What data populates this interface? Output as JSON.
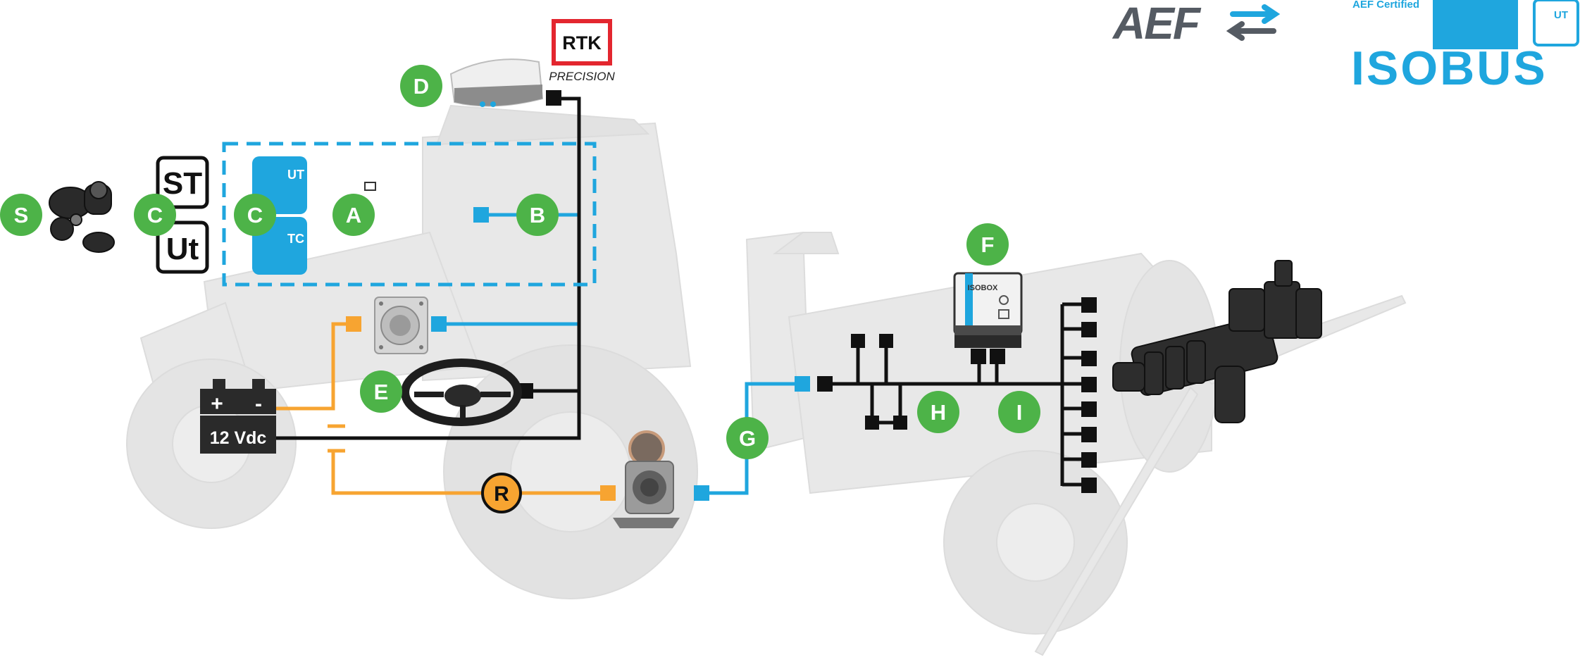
{
  "colors": {
    "green_marker": "#4db348",
    "orange_marker": "#f7a431",
    "isobus_blue": "#1fa6de",
    "power_orange": "#f7a431",
    "cable_black": "#111111",
    "rtk_red": "#e3262f",
    "aef_gray": "#555b63",
    "machine_gray": "#e6e6e6"
  },
  "logos": {
    "aef_text": "AEF",
    "aef_certified_text": "AEF Certified",
    "isobus_text": "ISOBUS",
    "ut_badge_text": "UT"
  },
  "rtk": {
    "badge_text": "RTK",
    "subtitle": "PRECISION"
  },
  "terminal": {
    "ut_label": "UT",
    "tc_label": "TC"
  },
  "function_badges": {
    "st_label": "ST",
    "ut_label": "Ut"
  },
  "battery": {
    "plus": "+",
    "minus": "-",
    "voltage": "12 Vdc"
  },
  "isobox": {
    "brand": "ISOBOX"
  },
  "markers": {
    "S": "S",
    "C_left": "C",
    "C_terminal": "C",
    "A": "A",
    "B": "B",
    "D": "D",
    "E": "E",
    "F": "F",
    "G": "G",
    "H": "H",
    "I": "I",
    "R": "R"
  },
  "icons": [
    "joystick-icon",
    "antenna-icon",
    "steering-wheel-icon",
    "connector-icon",
    "socket-icon",
    "control-box-icon",
    "valve-manifold-icon",
    "battery-icon",
    "swap-arrows-icon"
  ]
}
